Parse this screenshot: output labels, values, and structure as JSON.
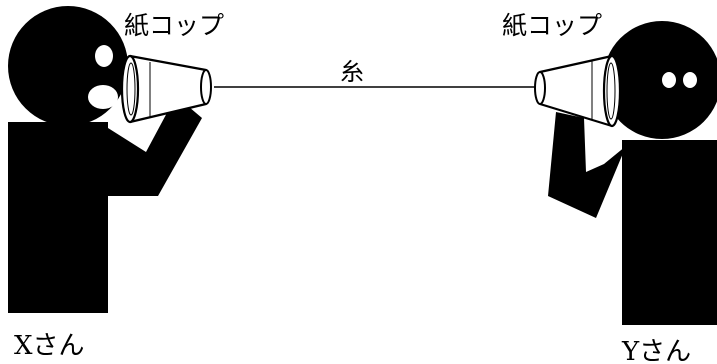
{
  "labels": {
    "cup_left": "紙コップ",
    "cup_right": "紙コップ",
    "string": "糸",
    "person_x": "Xさん",
    "person_y": "Yさん"
  },
  "colors": {
    "figure": "#000000",
    "cup_fill": "#ffffff",
    "background": "#ffffff"
  }
}
